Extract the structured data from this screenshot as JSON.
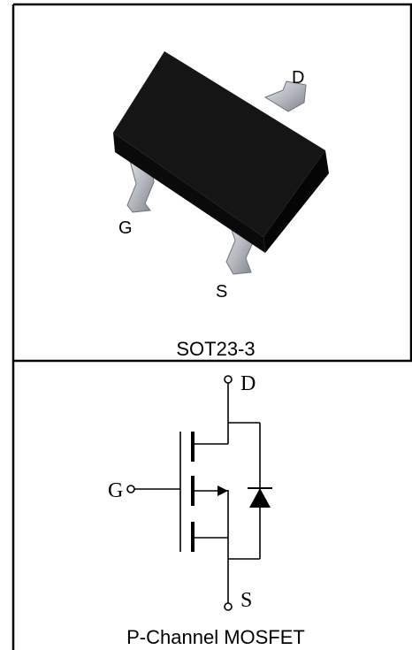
{
  "package_panel": {
    "pin_d": "D",
    "pin_g": "G",
    "pin_s": "S",
    "caption": "SOT23-3"
  },
  "schematic_panel": {
    "pin_d": "D",
    "pin_g": "G",
    "pin_s": "S",
    "caption": "P-Channel  MOSFET"
  },
  "colors": {
    "border": "#000000",
    "chip_body": "#111111",
    "lead": "#b9bcc3"
  }
}
